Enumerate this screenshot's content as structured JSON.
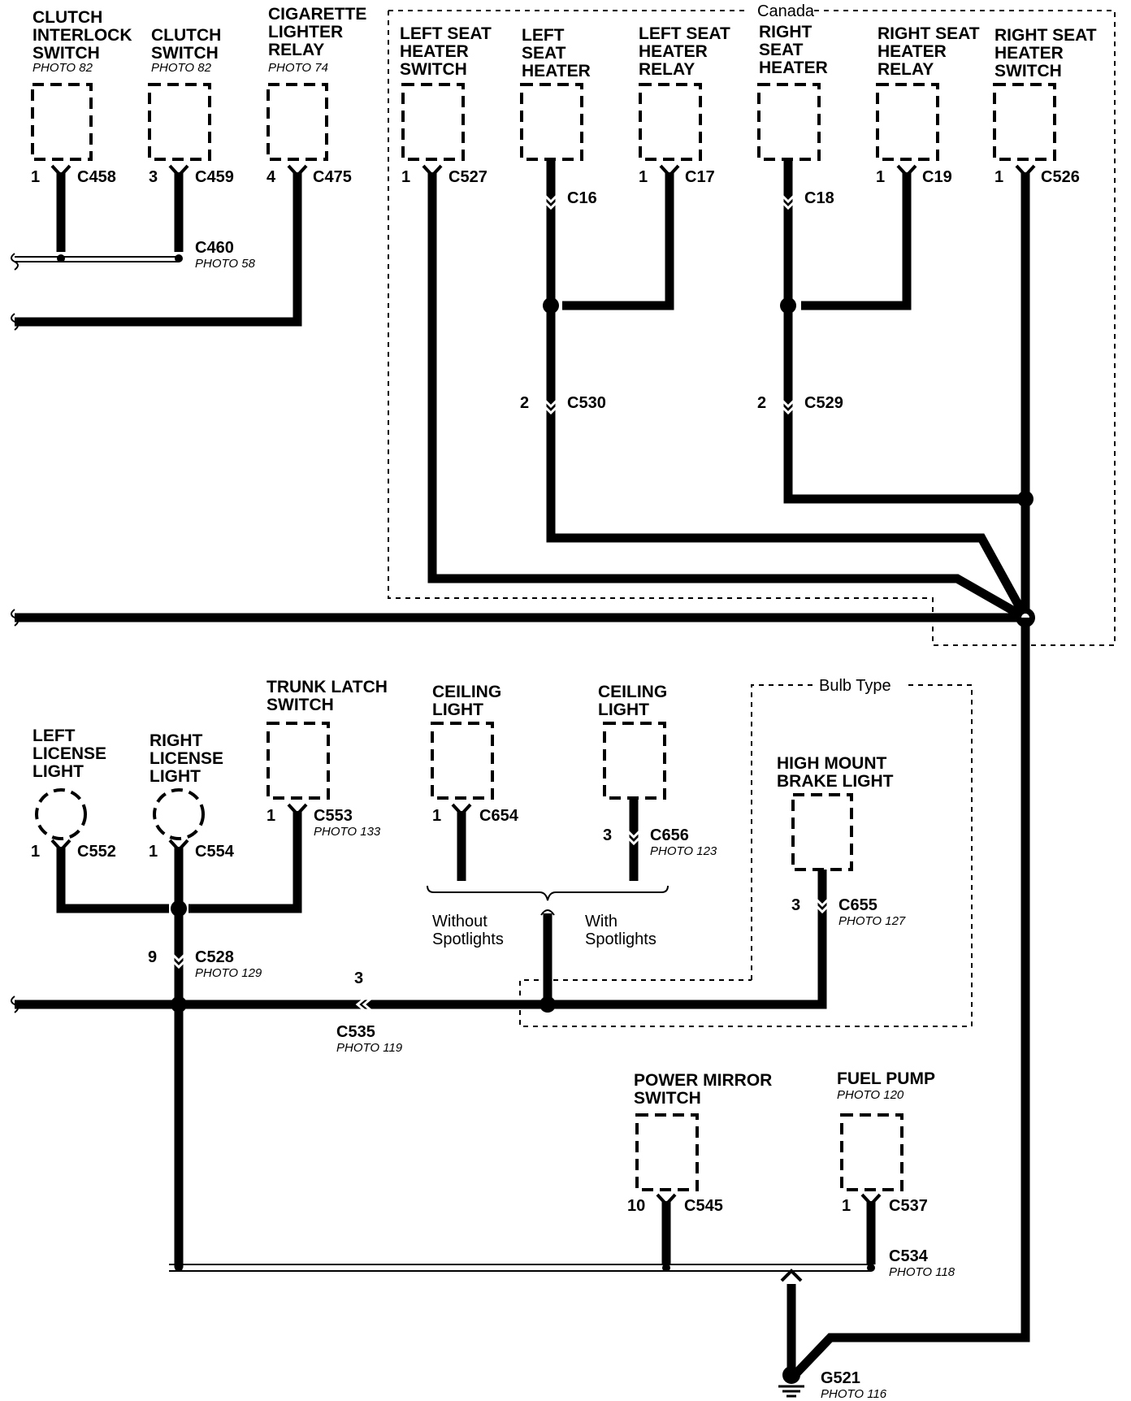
{
  "zones": {
    "canada": "Canada",
    "bulb_type": "Bulb Type"
  },
  "components": {
    "clutch_interlock": [
      "CLUTCH",
      "INTERLOCK",
      "SWITCH"
    ],
    "clutch_interlock_photo": "PHOTO 82",
    "clutch_switch": [
      "CLUTCH",
      "SWITCH"
    ],
    "clutch_switch_photo": "PHOTO 82",
    "cig_relay": [
      "CIGARETTE",
      "LIGHTER",
      "RELAY"
    ],
    "cig_relay_photo": "PHOTO 74",
    "left_seat_heater_switch": [
      "LEFT SEAT",
      "HEATER",
      "SWITCH"
    ],
    "left_seat_heater": [
      "LEFT",
      "SEAT",
      "HEATER"
    ],
    "left_seat_heater_relay": [
      "LEFT SEAT",
      "HEATER",
      "RELAY"
    ],
    "right_seat_heater": [
      "RIGHT",
      "SEAT",
      "HEATER"
    ],
    "right_seat_heater_relay": [
      "RIGHT SEAT",
      "HEATER",
      "RELAY"
    ],
    "right_seat_heater_switch": [
      "RIGHT SEAT",
      "HEATER",
      "SWITCH"
    ],
    "trunk_latch": [
      "TRUNK LATCH",
      "SWITCH"
    ],
    "left_license": [
      "LEFT",
      "LICENSE",
      "LIGHT"
    ],
    "right_license": [
      "RIGHT",
      "LICENSE",
      "LIGHT"
    ],
    "ceiling_light_1": [
      "CEILING",
      "LIGHT"
    ],
    "ceiling_light_2": [
      "CEILING",
      "LIGHT"
    ],
    "high_mount": [
      "HIGH MOUNT",
      "BRAKE LIGHT"
    ],
    "power_mirror": [
      "POWER MIRROR",
      "SWITCH"
    ],
    "fuel_pump": [
      "FUEL PUMP"
    ],
    "fuel_pump_photo": "PHOTO 120"
  },
  "connectors": {
    "c458": {
      "pin": "1",
      "name": "C458"
    },
    "c459": {
      "pin": "3",
      "name": "C459"
    },
    "c475": {
      "pin": "4",
      "name": "C475"
    },
    "c460": {
      "name": "C460",
      "photo": "PHOTO 58"
    },
    "c527": {
      "pin": "1",
      "name": "C527"
    },
    "c16": {
      "name": "C16"
    },
    "c17": {
      "pin": "1",
      "name": "C17"
    },
    "c18": {
      "name": "C18"
    },
    "c19": {
      "pin": "1",
      "name": "C19"
    },
    "c526": {
      "pin": "1",
      "name": "C526"
    },
    "c530": {
      "pin": "2",
      "name": "C530"
    },
    "c529": {
      "pin": "2",
      "name": "C529"
    },
    "c553": {
      "pin": "1",
      "name": "C553",
      "photo": "PHOTO 133"
    },
    "c552": {
      "pin": "1",
      "name": "C552"
    },
    "c554": {
      "pin": "1",
      "name": "C554"
    },
    "c654": {
      "pin": "1",
      "name": "C654"
    },
    "c656": {
      "pin": "3",
      "name": "C656",
      "photo": "PHOTO 123"
    },
    "c655": {
      "pin": "3",
      "name": "C655",
      "photo": "PHOTO 127"
    },
    "c528": {
      "pin": "9",
      "name": "C528",
      "photo": "PHOTO 129"
    },
    "c535": {
      "pin": "3",
      "name": "C535",
      "photo": "PHOTO 119"
    },
    "c545": {
      "pin": "10",
      "name": "C545"
    },
    "c537": {
      "pin": "1",
      "name": "C537"
    },
    "c534": {
      "name": "C534",
      "photo": "PHOTO 118"
    },
    "g521": {
      "name": "G521",
      "photo": "PHOTO 116"
    }
  },
  "options": {
    "without": [
      "Without",
      "Spotlights"
    ],
    "with": [
      "With",
      "Spotlights"
    ]
  }
}
